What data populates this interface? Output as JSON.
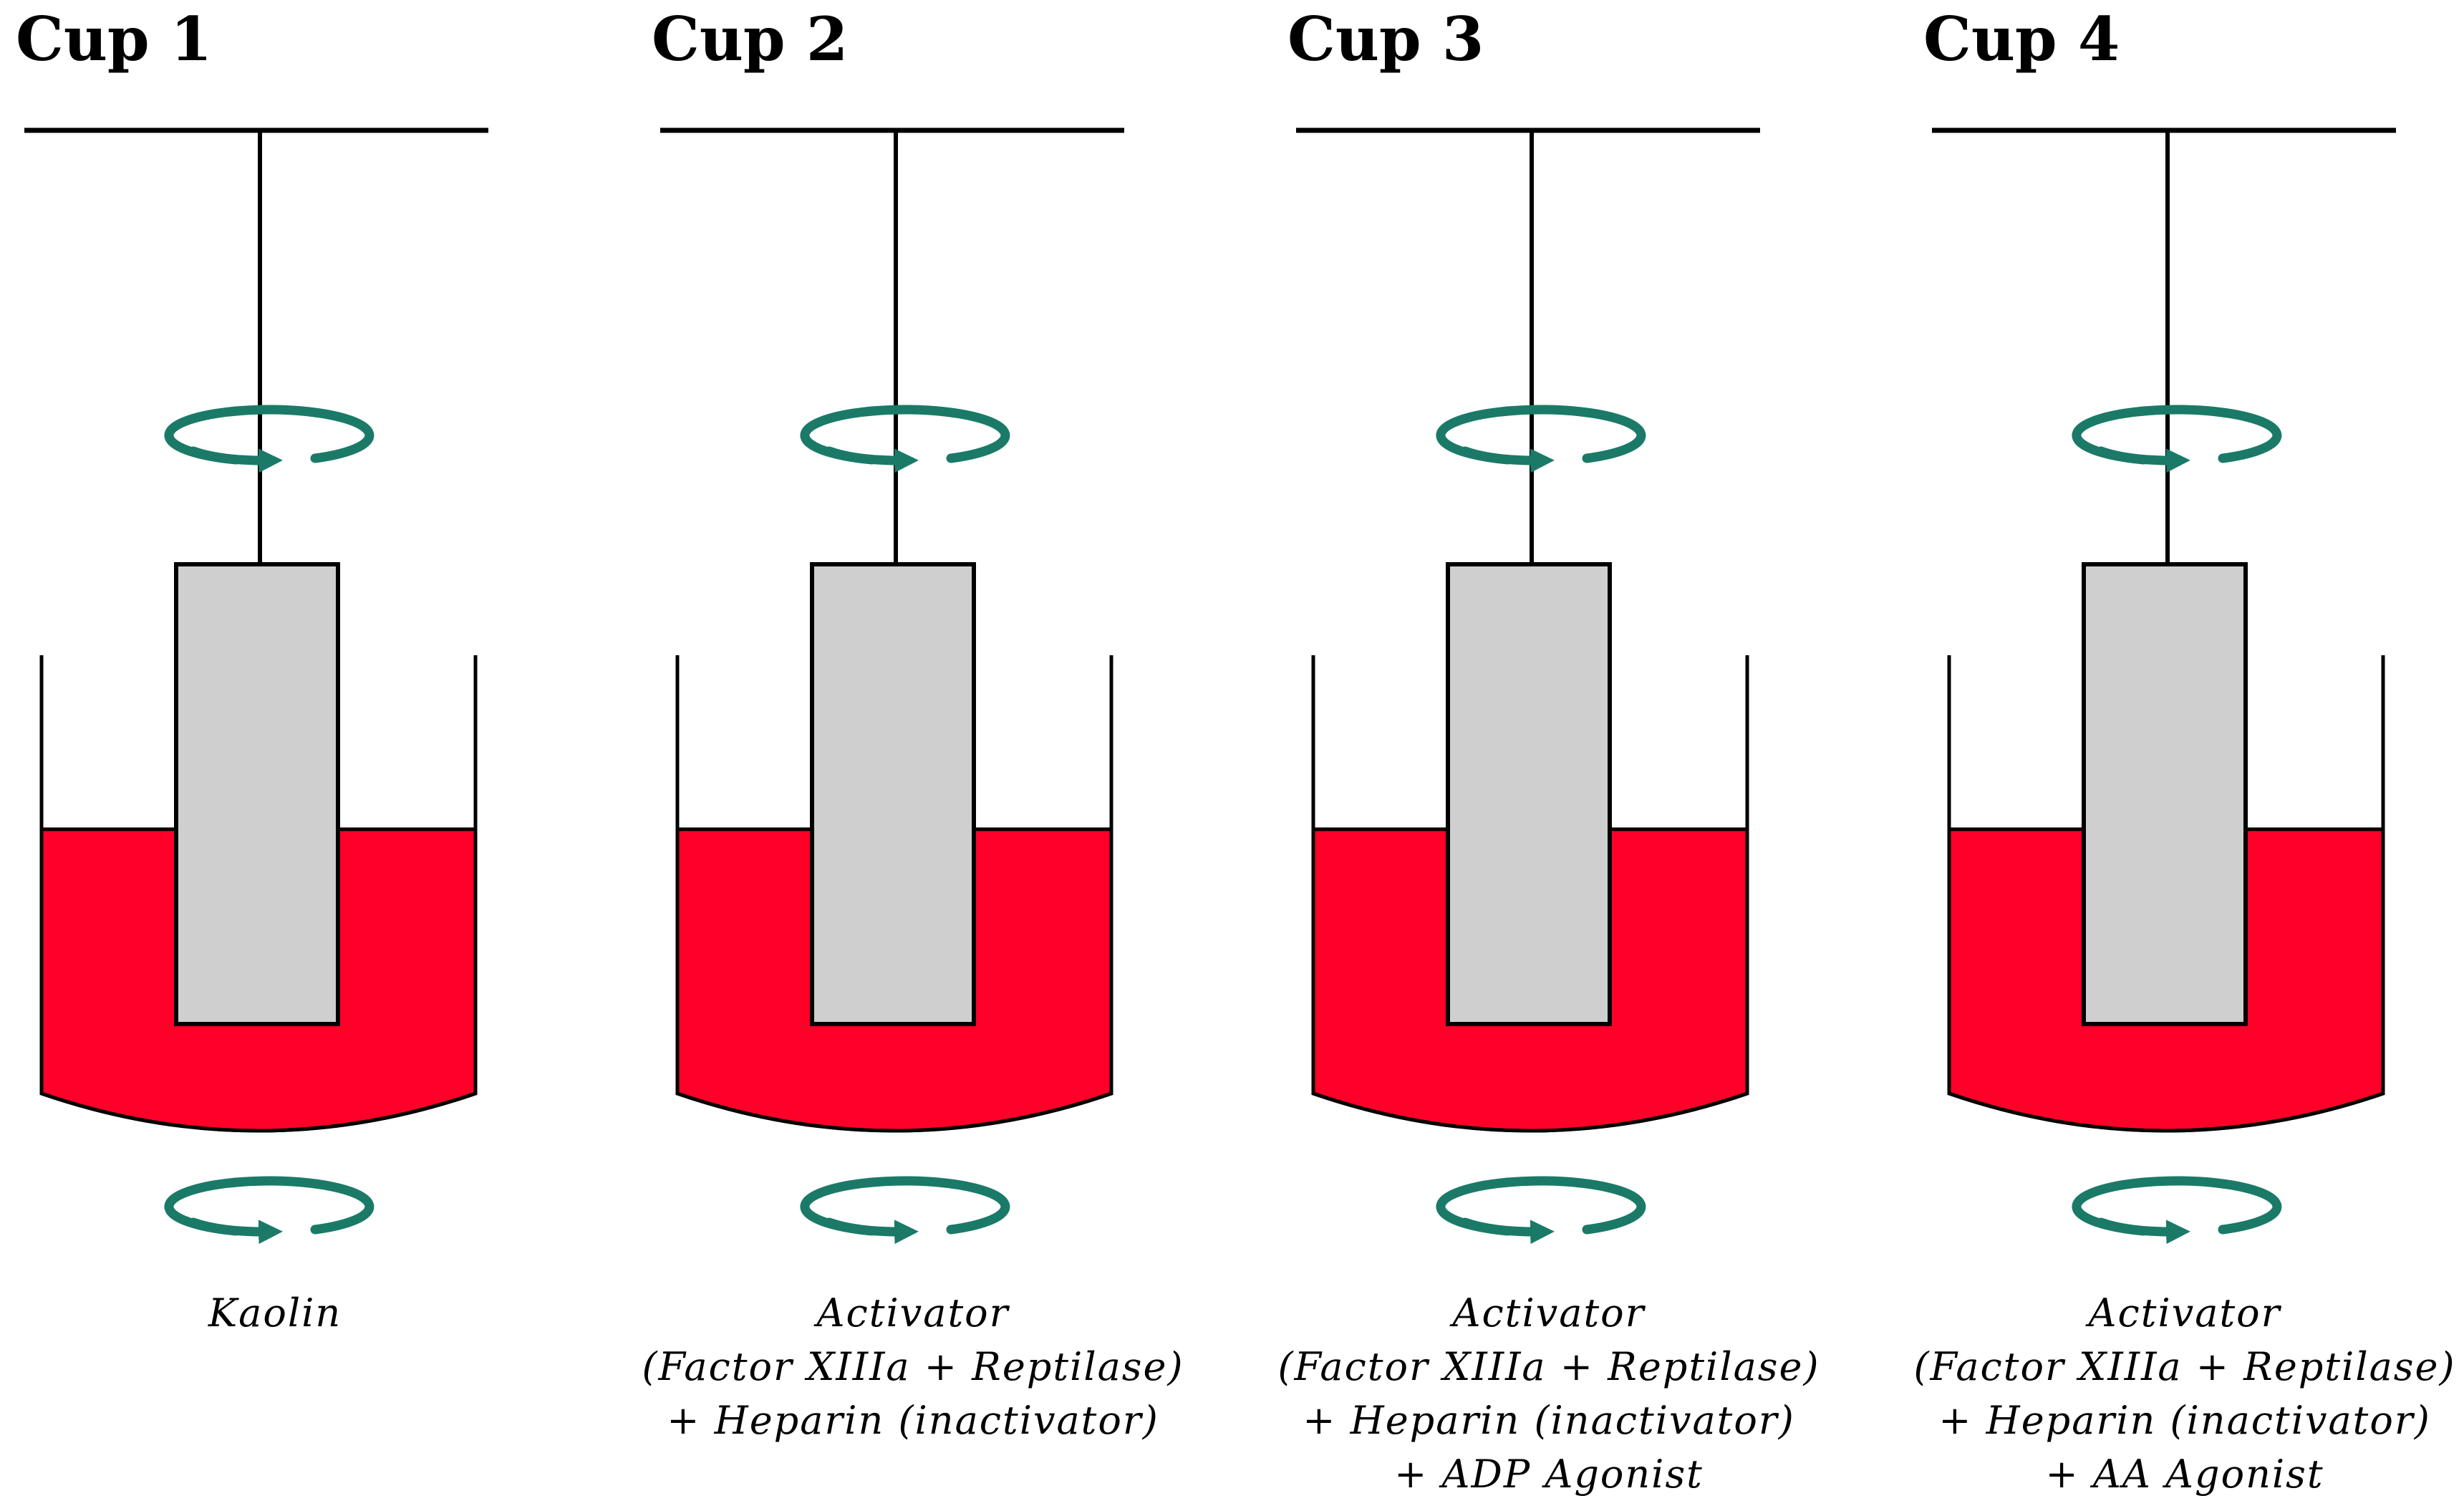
{
  "colors": {
    "blood": "#ff0029",
    "pin": "#d0cfcf",
    "rotation_arrow": "#1a7a67",
    "outline": "#000000",
    "background": "#ffffff"
  },
  "icons": {
    "rotation": "rotation-arrow-icon"
  },
  "cups": [
    {
      "title": "Cup 1",
      "caption": [
        "Kaolin"
      ]
    },
    {
      "title": "Cup 2",
      "caption": [
        "Activator",
        "(Factor XIIIa +  Reptilase)",
        "+ Heparin (inactivator)"
      ]
    },
    {
      "title": "Cup 3",
      "caption": [
        "Activator",
        "(Factor XIIIa +  Reptilase)",
        "+ Heparin (inactivator)",
        "+ ADP Agonist"
      ]
    },
    {
      "title": "Cup 4",
      "caption": [
        "Activator",
        "(Factor XIIIa +  Reptilase)",
        "+ Heparin (inactivator)",
        "+ AA Agonist"
      ]
    }
  ]
}
